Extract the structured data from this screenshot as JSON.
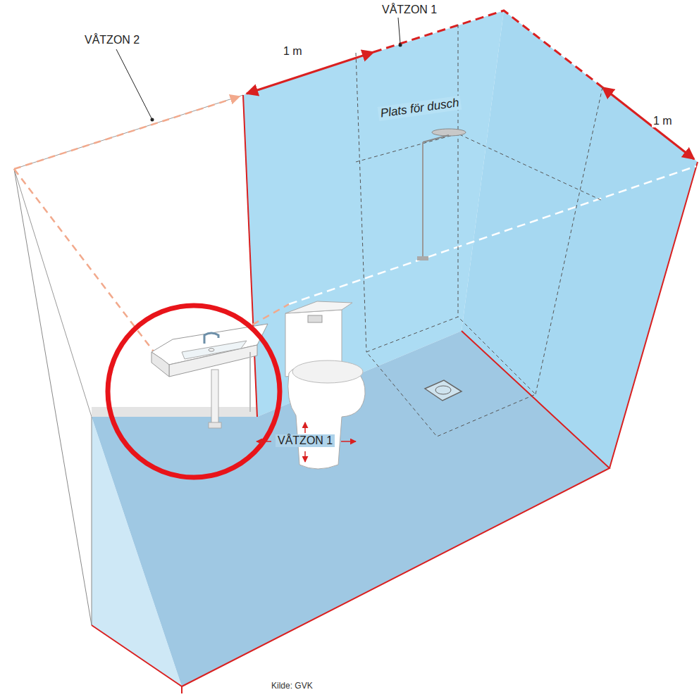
{
  "diagram": {
    "caption": "Kilde: GVK",
    "labels": [
      "VÅTZON 1",
      "1 m",
      "VÅTZON 2",
      "Plats för dusch",
      "1 m",
      "VÅTZON 1"
    ]
  }
}
